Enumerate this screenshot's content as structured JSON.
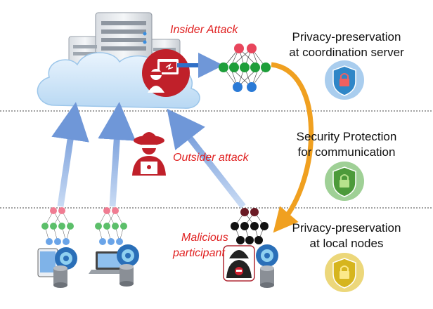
{
  "labels": {
    "insider": "Insider Attack",
    "outsider": "Outsider attack",
    "malicious_line1": "Malicious",
    "malicious_line2": "participant",
    "privacy_server_line1": "Privacy-preservation",
    "privacy_server_line2": "at coordination server",
    "security_line1": "Security Protection",
    "security_line2": "for communication",
    "privacy_local_line1": "Privacy-preservation",
    "privacy_local_line2": "at local nodes"
  },
  "colors": {
    "shield_server": "#2f86c7",
    "shield_comm": "#4c9a3a",
    "shield_local": "#d6b51e",
    "attacker": "#c0202a",
    "arrow_blue": "#8aaee0",
    "arrow_orange": "#f0a020",
    "node_red": "#e8465c",
    "node_green": "#1e9e3a",
    "node_blue": "#2a7ad6",
    "node_black": "#111111",
    "node_maroon": "#6a1a24"
  },
  "icons": {
    "server": "server-icon",
    "cloud": "cloud-icon",
    "insider": "insider-attacker-icon",
    "outsider": "outsider-attacker-icon",
    "malicious": "malicious-hacker-icon",
    "gear": "gear-icon",
    "database": "database-icon",
    "tablet": "tablet-icon",
    "laptop": "laptop-icon",
    "lock_shield": "lock-shield-icon"
  }
}
